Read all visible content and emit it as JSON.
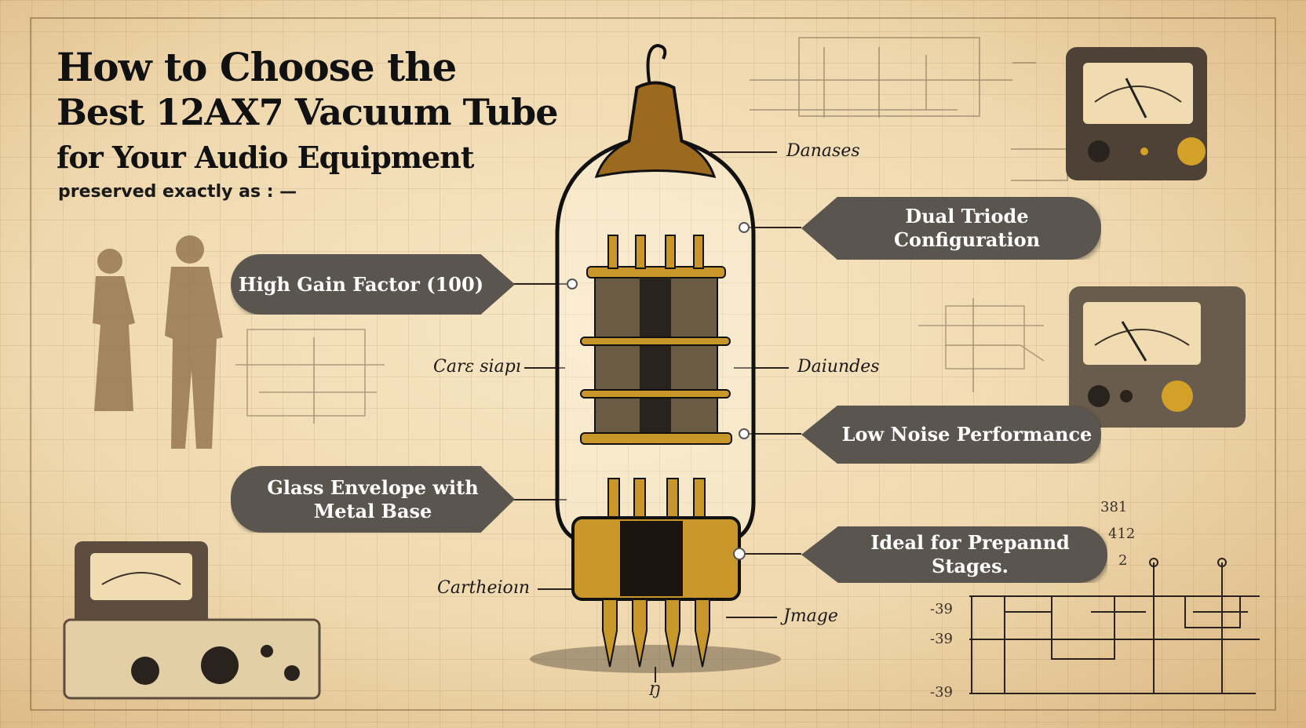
{
  "title": {
    "line1": "How to Choose the",
    "line2": "Best 12AX7 Vacuum Tube",
    "line3": "for Your Audio Equipment",
    "subtitle": "preserved exactly as : —"
  },
  "callouts": [
    {
      "text": "High Gain Factor (100)"
    },
    {
      "text": "Glass Envelope with Metal Base"
    },
    {
      "text": "Dual Triode Configuration"
    },
    {
      "text": "Low Noise Performance"
    },
    {
      "text": "Ideal for Prepannd Stages."
    }
  ],
  "labels": {
    "top_right": "Danases",
    "mid_left": "Carɛ siapı",
    "mid_right": "Daiundes",
    "base_left": "Cartheioın",
    "pins_right": "Jmage",
    "bottom": "Ŋ"
  },
  "schematic_marks": [
    "381",
    "412",
    "2",
    "-39",
    "-39",
    "-39"
  ],
  "colors": {
    "parchment": "#efd8ae",
    "callout": "#5a554e",
    "brass": "#c9962a",
    "ink": "#111111"
  }
}
